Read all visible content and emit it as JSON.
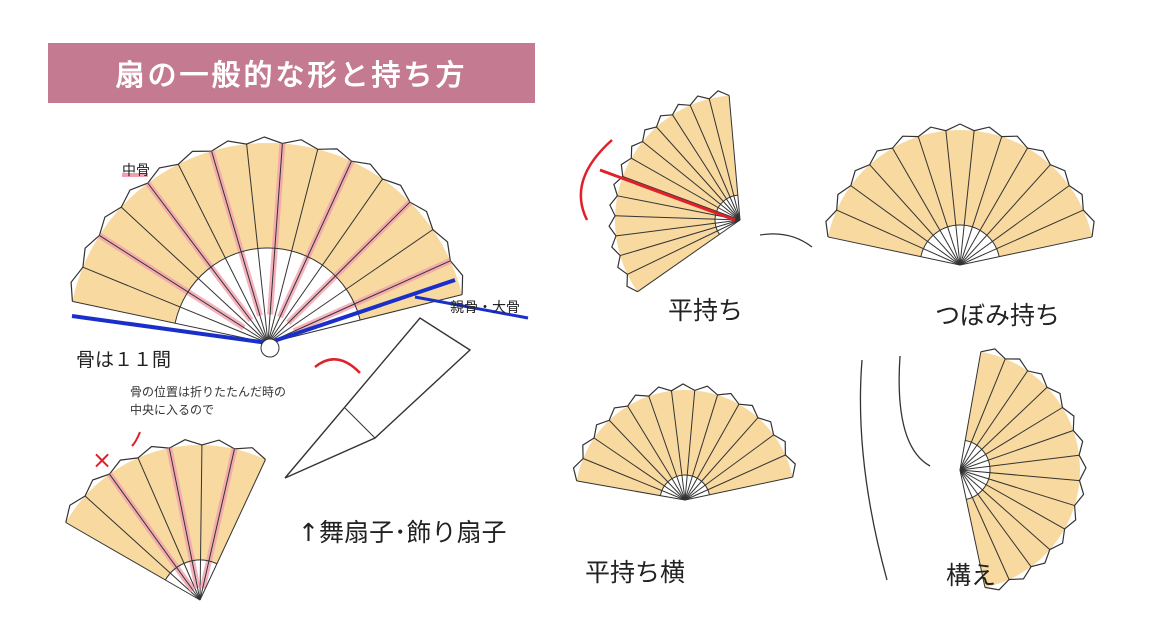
{
  "title": "扇の一般的な形と持ち方",
  "labels": {
    "naka_bone": "中骨",
    "oya_bone": "親骨・大骨",
    "bone_count": "骨は１１間",
    "note_line1": "骨の位置は折りたたんだ時の",
    "note_line2": "中央に入るので",
    "x_mark": "×",
    "mai_ougi": "↑舞扇子･飾り扇子"
  },
  "holds": {
    "hira_mochi": "平持ち",
    "tsubomi_mochi": "つぼみ持ち",
    "hira_mochi_yoko": "平持ち横",
    "kamae": "構え"
  },
  "colors": {
    "banner": "#c47a91",
    "paper": "#f8d79a",
    "rib_highlight": "#f2a0b0",
    "outer_rib": "#1a2fc9",
    "arrow": "#e0202a"
  }
}
